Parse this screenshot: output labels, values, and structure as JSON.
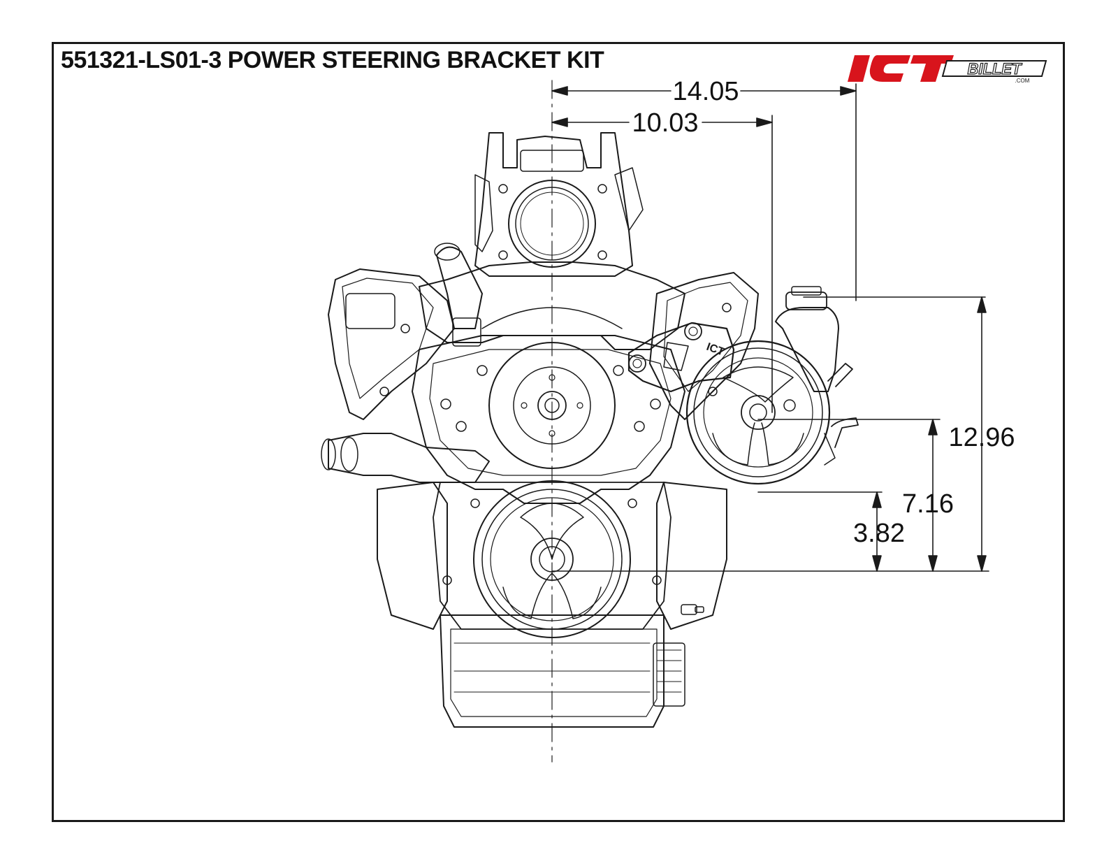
{
  "title": "551321-LS01-3 POWER STEERING BRACKET KIT",
  "logo": {
    "brand_main": "ICT",
    "brand_sub": "BILLET",
    "brand_domain": ".COM",
    "accent_color": "#d8141c"
  },
  "dimensions": {
    "horizontal_outer": "14.05",
    "horizontal_inner": "10.03",
    "vertical_total": "12.96",
    "vertical_mid": "7.16",
    "vertical_low": "3.82"
  },
  "colors": {
    "line": "#1a1a1a",
    "background": "#ffffff"
  }
}
